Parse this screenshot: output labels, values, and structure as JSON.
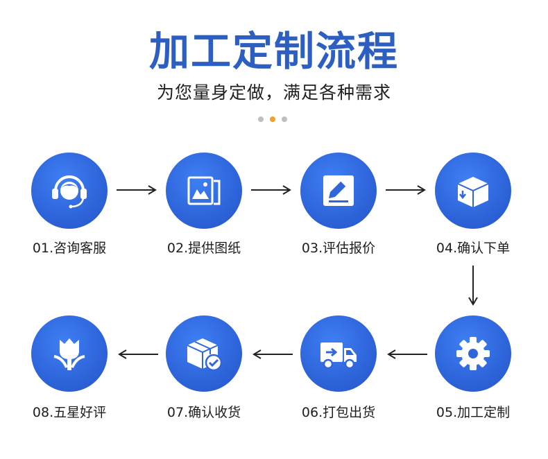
{
  "header": {
    "title": "加工定制流程",
    "subtitle": "为您量身定做，满足各种需求"
  },
  "colors": {
    "accent": "#2f66dc",
    "title": "#2d5fc2",
    "dot_active": "#f0a030",
    "dot_inactive": "#bfbfbf"
  },
  "steps": [
    {
      "label": "01.咨询客服",
      "icon": "headset-icon"
    },
    {
      "label": "02.提供图纸",
      "icon": "picture-icon"
    },
    {
      "label": "03.评估报价",
      "icon": "edit-document-icon"
    },
    {
      "label": "04.确认下单",
      "icon": "box-download-icon"
    },
    {
      "label": "05.加工定制",
      "icon": "gear-icon"
    },
    {
      "label": "06.打包出货",
      "icon": "delivery-truck-icon"
    },
    {
      "label": "07.确认收货",
      "icon": "package-check-icon"
    },
    {
      "label": "08.五星好评",
      "icon": "tulip-icon"
    }
  ]
}
